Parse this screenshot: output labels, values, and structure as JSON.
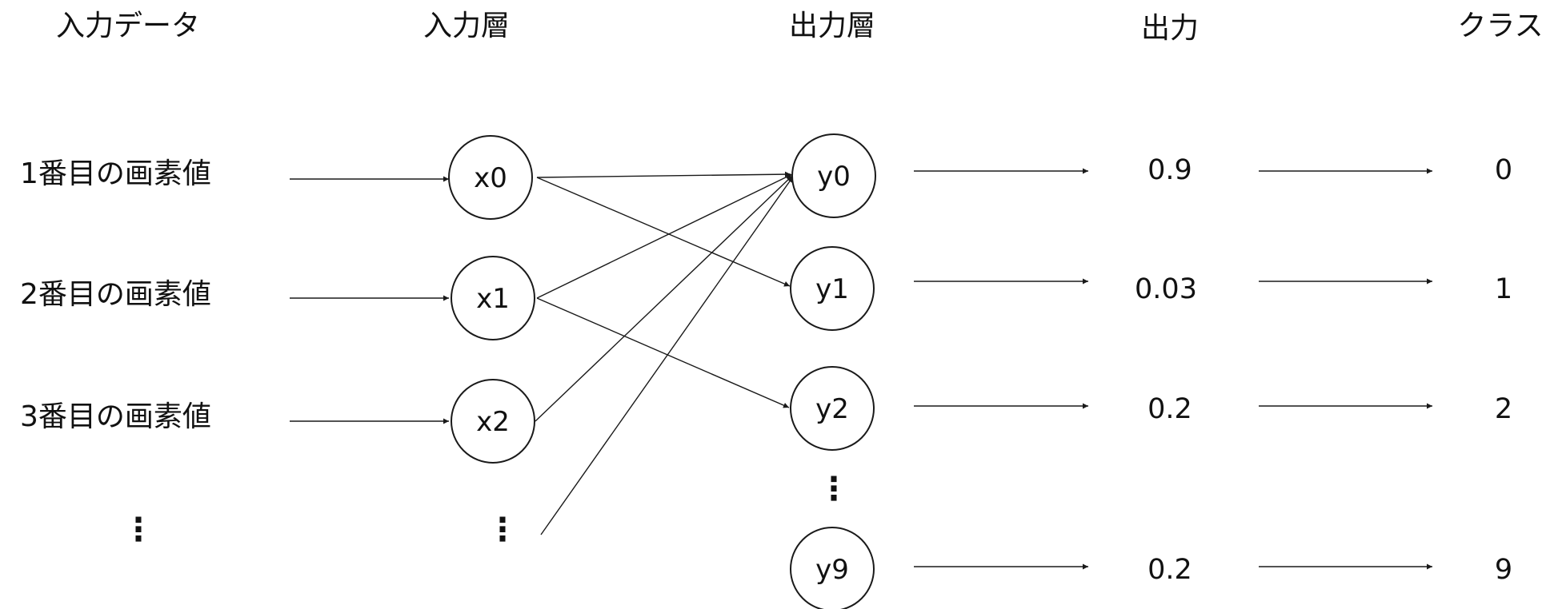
{
  "headers": {
    "input_data": "入力データ",
    "input_layer": "入力層",
    "output_layer": "出力層",
    "output": "出力",
    "class": "クラス"
  },
  "input_rows": [
    {
      "label": "1番目の画素値",
      "node": "x0"
    },
    {
      "label": "2番目の画素値",
      "node": "x1"
    },
    {
      "label": "3番目の画素値",
      "node": "x2"
    }
  ],
  "output_rows": [
    {
      "node": "y0",
      "output": "0.9",
      "class": "0"
    },
    {
      "node": "y1",
      "output": "0.03",
      "class": "1"
    },
    {
      "node": "y2",
      "output": "0.2",
      "class": "2"
    },
    {
      "node": "y9",
      "output": "0.2",
      "class": "9"
    }
  ],
  "ellipsis": "⋮"
}
